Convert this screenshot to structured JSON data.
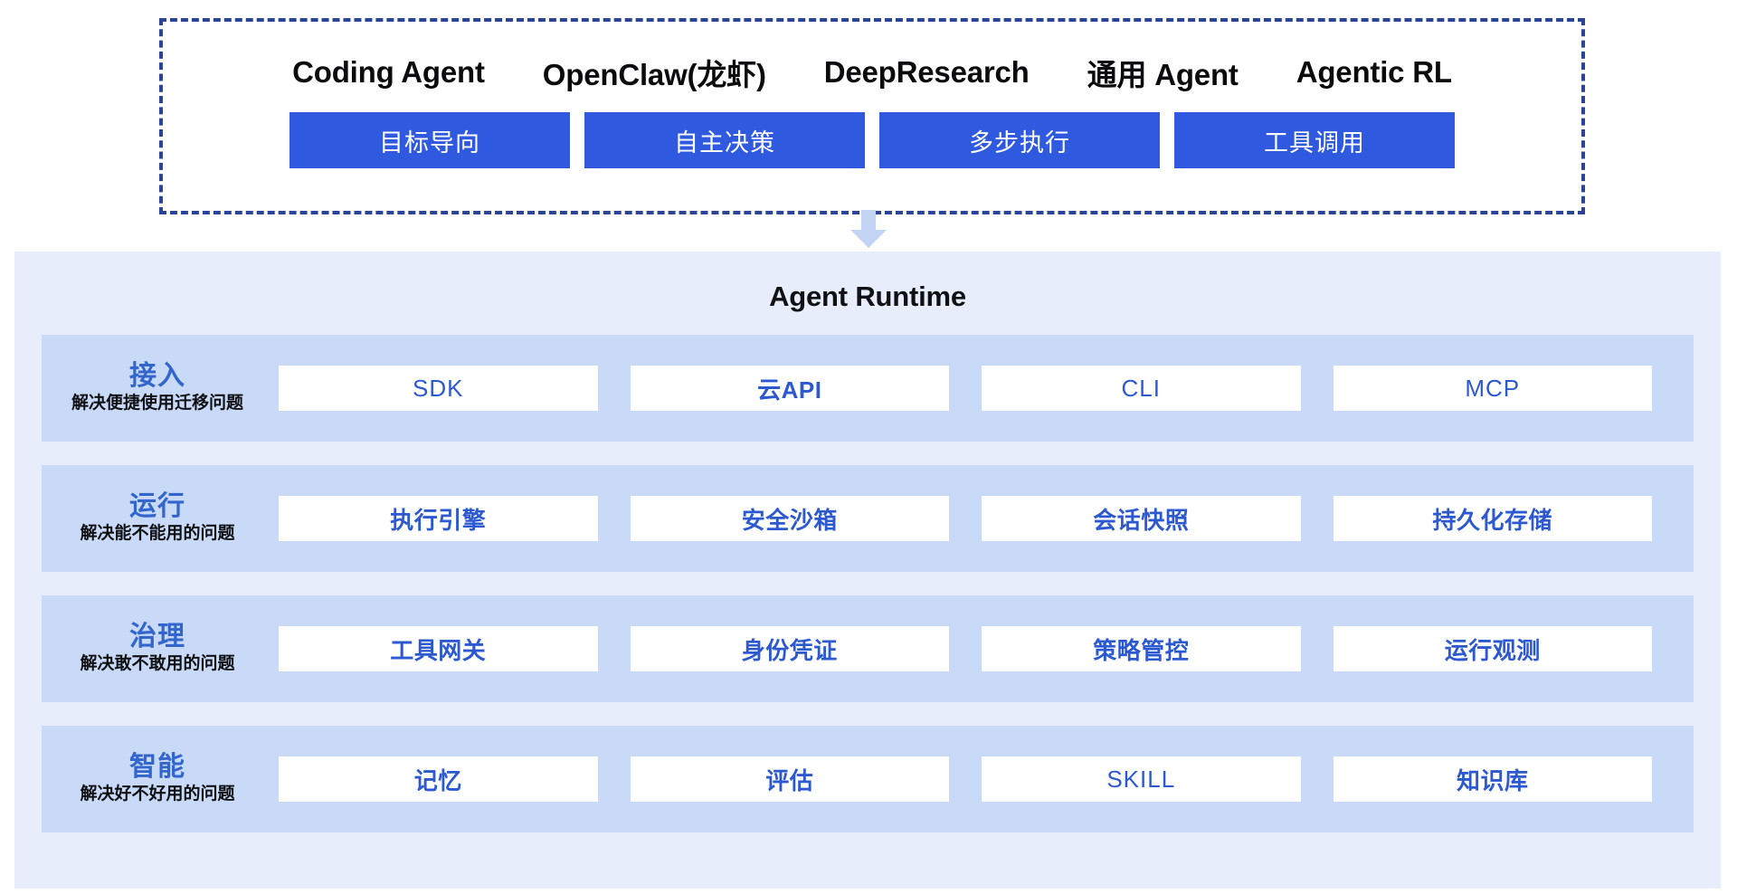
{
  "top_panel": {
    "name": "agent-applications",
    "tags": [
      "Coding Agent",
      "OpenClaw(龙虾)",
      "DeepResearch",
      "通用 Agent",
      "Agentic RL"
    ],
    "capabilities": [
      "目标导向",
      "自主决策",
      "多步执行",
      "工具调用"
    ],
    "border_color": "#2b4496",
    "chip_color": "#2f5ae0",
    "chip_text_color": "#ffffff"
  },
  "connector": {
    "icon": "arrow-down-icon",
    "color": "#c4d4f4"
  },
  "runtime": {
    "title": "Agent Runtime",
    "panel_color": "#e7edfb",
    "layer_color": "#c9daf8",
    "card_color": "#ffffff",
    "accent_color": "#3266cc",
    "card_text_color": "#2c59cf",
    "layers": [
      {
        "key": "access",
        "name": "接入",
        "subtitle": "解决便捷使用迁移问题",
        "cards": [
          "SDK",
          "云API",
          "CLI",
          "MCP"
        ]
      },
      {
        "key": "runtime",
        "name": "运行",
        "subtitle": "解决能不能用的问题",
        "cards": [
          "执行引擎",
          "安全沙箱",
          "会话快照",
          "持久化存储"
        ]
      },
      {
        "key": "governance",
        "name": "治理",
        "subtitle": "解决敢不敢用的问题",
        "cards": [
          "工具网关",
          "身份凭证",
          "策略管控",
          "运行观测"
        ]
      },
      {
        "key": "intelligence",
        "name": "智能",
        "subtitle": "解决好不好用的问题",
        "cards": [
          "记忆",
          "评估",
          "SKILL",
          "知识库"
        ]
      }
    ]
  }
}
